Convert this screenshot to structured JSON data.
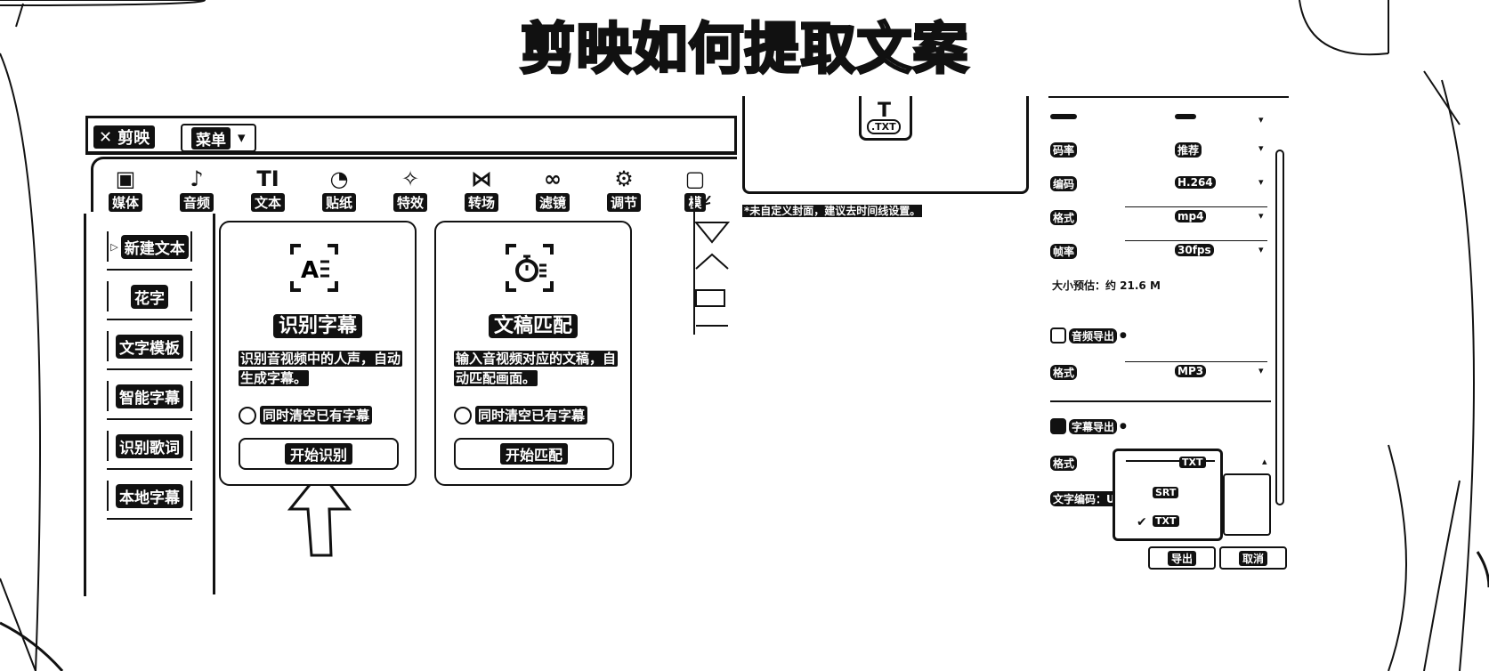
{
  "title": "剪映如何提取文案",
  "app": {
    "logo_text": "剪映",
    "menu_label": "菜单"
  },
  "toolbar": [
    {
      "icon": "media-icon",
      "glyph": "▣",
      "label": "媒体"
    },
    {
      "icon": "audio-icon",
      "glyph": "♪",
      "label": "音频"
    },
    {
      "icon": "text-icon",
      "glyph": "TI",
      "label": "文本"
    },
    {
      "icon": "sticker-icon",
      "glyph": "◔",
      "label": "贴纸"
    },
    {
      "icon": "effects-icon",
      "glyph": "✧",
      "label": "特效"
    },
    {
      "icon": "transition-icon",
      "glyph": "⋈",
      "label": "转场"
    },
    {
      "icon": "filter-icon",
      "glyph": "∞",
      "label": "滤镜"
    },
    {
      "icon": "adjust-icon",
      "glyph": "⚙",
      "label": "调节"
    },
    {
      "icon": "template-icon",
      "glyph": "▢",
      "label": "模"
    }
  ],
  "sidebar": {
    "items": [
      {
        "label": "新建文本",
        "active": true
      },
      {
        "label": "花字"
      },
      {
        "label": "文字模板"
      },
      {
        "label": "智能字幕"
      },
      {
        "label": "识别歌词"
      },
      {
        "label": "本地字幕"
      }
    ]
  },
  "cards": [
    {
      "title": "识别字幕",
      "desc": "识别音视频中的人声，自动生成字幕。",
      "checkbox": "同时清空已有字幕",
      "button": "开始识别"
    },
    {
      "title": "文稿匹配",
      "desc": "输入音视频对应的文稿，自动匹配画面。",
      "checkbox": "同时清空已有字幕",
      "button": "开始匹配"
    }
  ],
  "export": {
    "preview_badge": ".TXT",
    "preview_note": "*未自定义封面，建议去时间线设置。",
    "video_rows": [
      {
        "key": "码率",
        "value": "推荐"
      },
      {
        "key": "编码",
        "value": "H.264"
      },
      {
        "key": "格式",
        "value": "mp4"
      },
      {
        "key": "帧率",
        "value": "30fps"
      }
    ],
    "size_info": "大小预估：约 21.6 M",
    "audio_section": "音频导出",
    "audio_row": {
      "key": "格式",
      "value": "MP3"
    },
    "subtitle_section": "字幕导出",
    "subtitle_row": {
      "key": "格式",
      "value": "TXT"
    },
    "encoding_label": "文字编码：Un",
    "dropdown_options": [
      "SRT",
      "TXT"
    ],
    "dropdown_selected": "TXT",
    "export_button": "导出",
    "cancel_button": "取消"
  }
}
